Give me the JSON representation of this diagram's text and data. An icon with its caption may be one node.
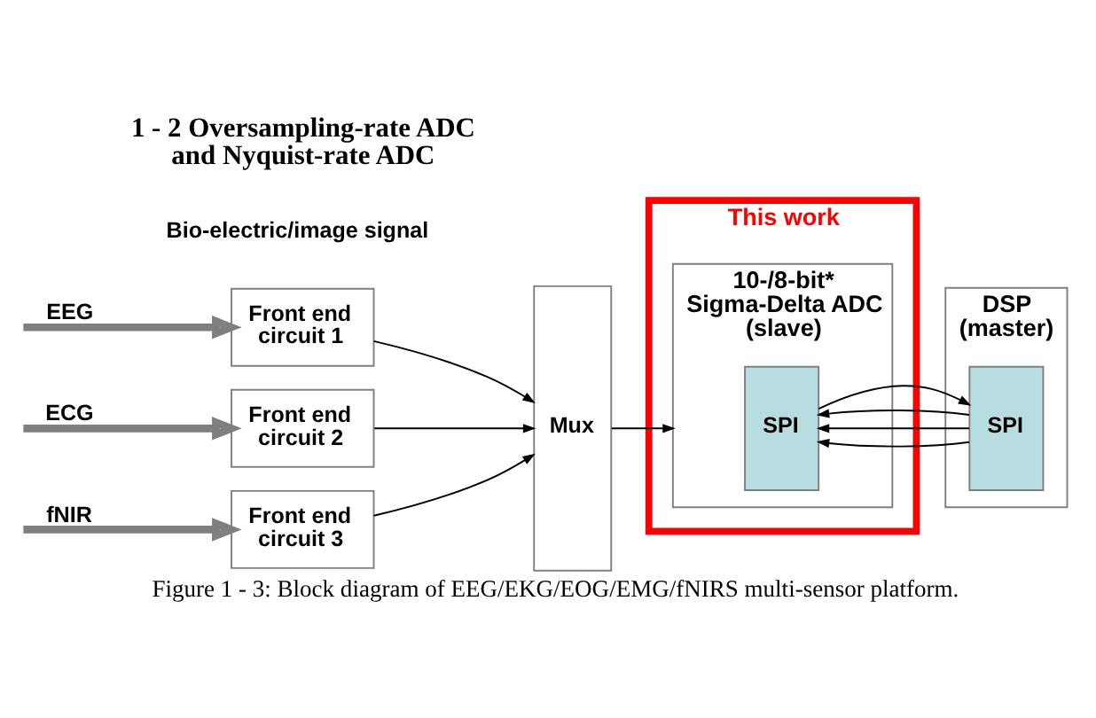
{
  "diagram": {
    "caption": "Figure 1 - 3: Block diagram of EEG/EKG/EOG/EMG/fNIRS multi-sensor platform.",
    "nodes": [
      {
        "text": [
          "Front end circuit 1"
        ]
      },
      {
        "text": [
          "Front end circuit 2"
        ]
      },
      {
        "text": [
          "Front end circuit 3"
        ]
      },
      {
        "text": [
          "Mux"
        ]
      },
      {
        "text": [
          "This work"
        ]
      },
      {
        "text": [
          "10-/8-bit* Sigma-Delta ADC (slave)"
        ],
        "in": 4
      },
      {
        "text": [
          "SPI"
        ],
        "in": 5
      },
      {
        "text": [
          "DSP (master)"
        ]
      },
      {
        "text": [
          "SPI"
        ],
        "in": 7
      }
    ],
    "edges": [
      {
        "from": null,
        "to": 0,
        "arrow": "to",
        "label": "EEG",
        "style": "thick",
        "color": "#7f7f7f"
      },
      {
        "from": null,
        "to": 1,
        "arrow": "to",
        "label": "ECG",
        "style": "thick",
        "color": "#7f7f7f"
      },
      {
        "from": null,
        "to": 2,
        "arrow": "to",
        "label": "fNIR",
        "style": "thick",
        "color": "#7f7f7f"
      },
      {
        "from": 0,
        "to": 3,
        "arrow": "to"
      },
      {
        "from": 1,
        "to": 3,
        "arrow": "to"
      },
      {
        "from": 2,
        "to": 3,
        "arrow": "to"
      },
      {
        "from": 3,
        "to": 5,
        "arrow": "to"
      },
      {
        "from": 6,
        "to": 8,
        "arrow": "to"
      },
      {
        "from": 8,
        "to": 6,
        "arrow": "to"
      },
      {
        "from": 8,
        "to": 6,
        "arrow": "to"
      },
      {
        "from": 8,
        "to": 6,
        "arrow": "to"
      }
    ],
    "labels": [
      "Bio-electric/image signal",
      "1 - 2 Oversampling-rate ADC and Nyquist-rate ADC"
    ]
  }
}
